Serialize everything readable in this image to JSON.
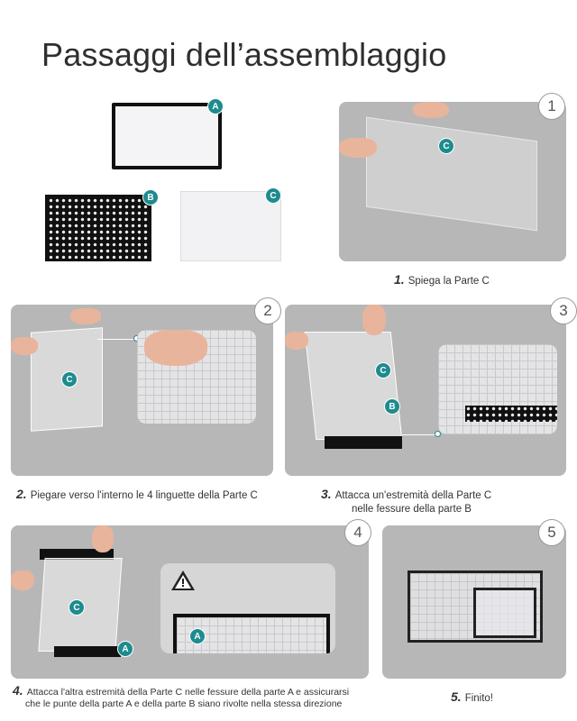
{
  "title": "Passaggi dell’assemblaggio",
  "parts": {
    "a": "A",
    "b": "B",
    "c": "C"
  },
  "steps": [
    {
      "number": "1",
      "label": "1.",
      "text": "Spiega la Parte C"
    },
    {
      "number": "2",
      "label": "2.",
      "text": "Piegare verso l'interno le 4 linguette della Parte C"
    },
    {
      "number": "3",
      "label": "3.",
      "text_line1": "Attacca un'estremità della Parte C",
      "text_line2": "nelle fessure della parte B"
    },
    {
      "number": "4",
      "label": "4.",
      "text_line1": "Attacca l'altra estremità della Parte C nelle fessure della parte A e assicurarsi",
      "text_line2": "che le punte della parte A e della parte B siano rivolte nella stessa direzione"
    },
    {
      "number": "5",
      "label": "5.",
      "text": "Finito!"
    }
  ],
  "colors": {
    "panel": "#b7b7b7",
    "accent": "#1e8b8e",
    "black": "#111111"
  },
  "icons": {
    "warning": "warning-triangle-icon"
  }
}
